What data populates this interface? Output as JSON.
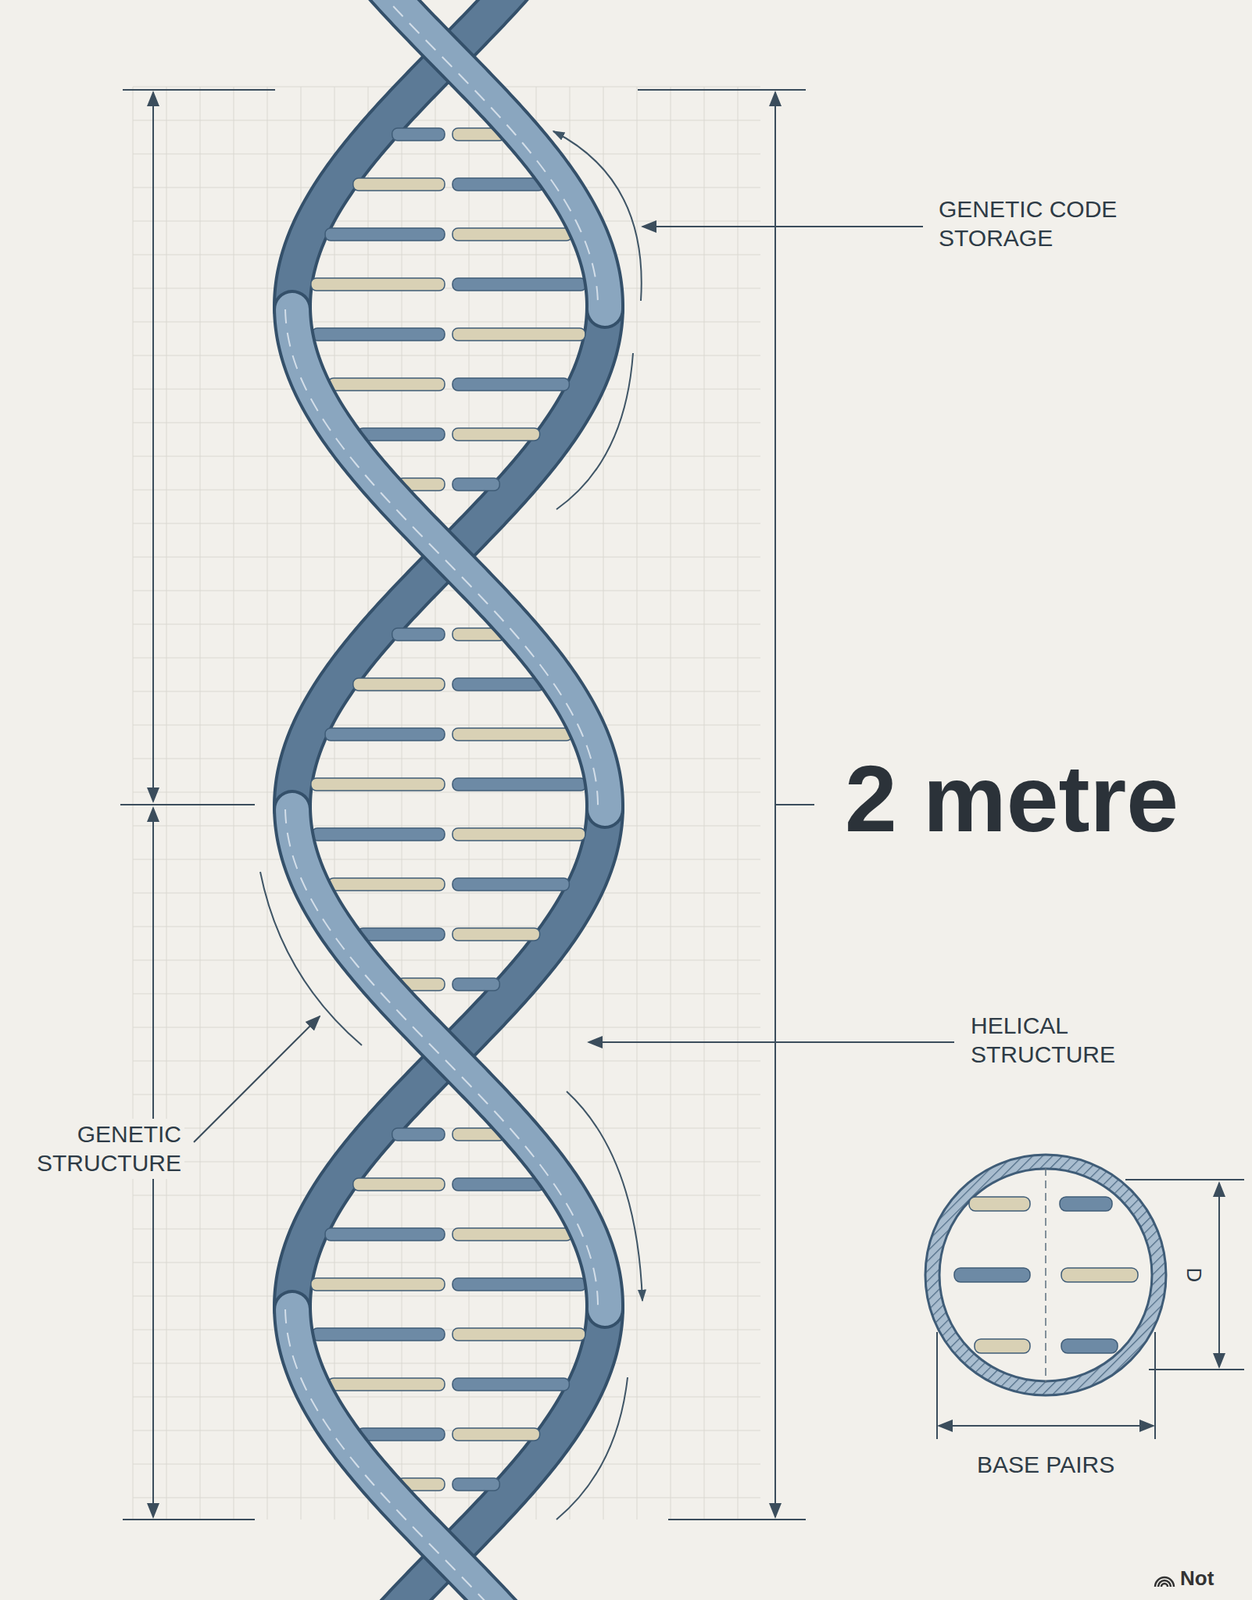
{
  "diagram": {
    "labels": [
      "GENETIC CODE STORAGE",
      "2 metre",
      "HELICAL STRUCTURE",
      "GENETIC STRUCTURE",
      "D",
      "BASE PAIRS",
      "Not"
    ]
  }
}
